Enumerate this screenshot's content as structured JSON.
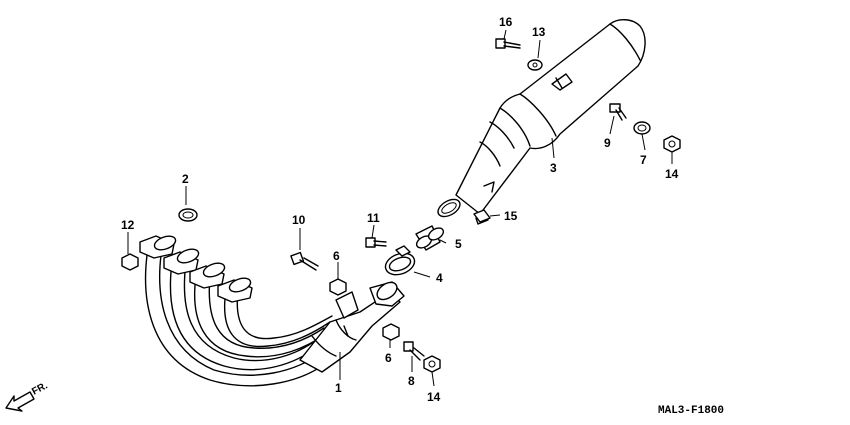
{
  "diagram": {
    "code": "MAL3-F1800",
    "direction_label": "FR.",
    "callouts": [
      "1",
      "2",
      "3",
      "4",
      "5",
      "6",
      "6",
      "7",
      "8",
      "9",
      "10",
      "11",
      "12",
      "13",
      "14",
      "14",
      "15",
      "16"
    ]
  }
}
